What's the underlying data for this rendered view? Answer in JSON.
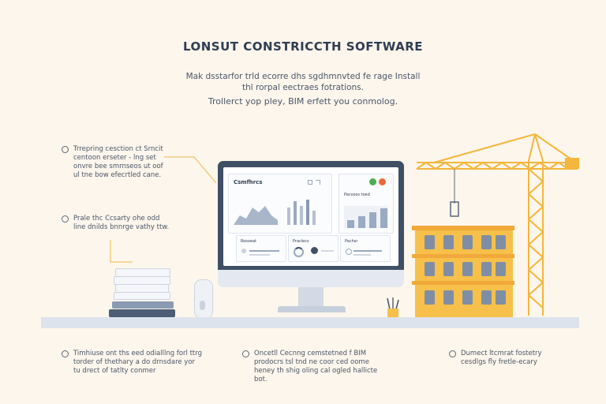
{
  "header": {
    "title": "LONSUT CONSTRICCTH SOFTWARE",
    "subtitle_lines": [
      "Mak dsstarfor trld ecorre dhs sgdhmnvted fe rage Install",
      "thl rorpal eectraes fotrations."
    ],
    "tagline": "Trollerct yop pley, BIM erfett you conmolog."
  },
  "notes": {
    "left_top": [
      "Trrepring cesction ct Srncit",
      "centoon erseter - lng set",
      "onvre bee smrnseos ut oof",
      "ul tne bow efecrtled cane."
    ],
    "left_mid": [
      "Prale thc Ccsarty ohe odd",
      "line dnilds bnnrge vathy ttw."
    ],
    "bottom_left": [
      "Timhiuse ont ths eed odialllng forl ttrg",
      "torder of thethary a do drnsdare yor",
      "tu drect of tatlty conmer"
    ],
    "bottom_mid": [
      "Oncetll Cecnng cemstetned f BIM",
      "prodocrs tsl tnd ne coor ced oome",
      "heney th shig oling cal ogled hallicte",
      "bot."
    ],
    "bottom_right": [
      "Dumect ltcmrat fostetry",
      "cesdlgs fly fretle-ecary"
    ]
  },
  "screen": {
    "app_title": "Csmfhrcs",
    "card3_title": "Pacooss toed",
    "bottom_cards": [
      "Rosoeat",
      "Praclecs",
      "Pachsr"
    ]
  },
  "bar_fraction": [
    0.35,
    0.55,
    0.7,
    0.9
  ],
  "colors": {
    "background": "#fdf6ec",
    "navy": "#3f4f66",
    "accent_yellow": "#f6c04a",
    "crane_yellow": "#f4b63c",
    "status_green": "#4caf50",
    "status_orange": "#e86a3a",
    "chart_fill": "#9aaac2"
  },
  "icons": [
    "monitor-icon",
    "crane-icon",
    "building-icon",
    "book-stack-icon",
    "speaker-icon",
    "pencil-cup-icon"
  ]
}
